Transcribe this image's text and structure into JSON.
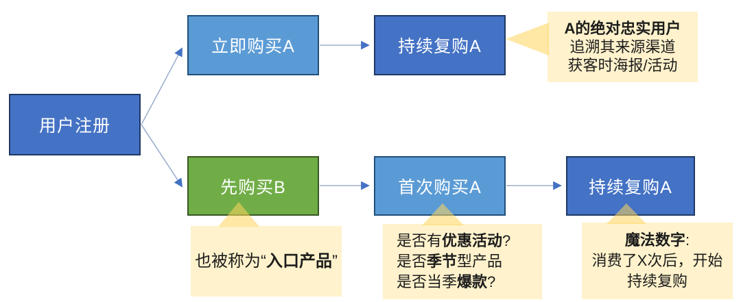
{
  "flowchart": {
    "nodes": {
      "register": "用户注册",
      "buy_a_now": "立即购买A",
      "repeat_a_top": "持续复购A",
      "buy_b_first": "先购买B",
      "first_buy_a": "首次购买A",
      "repeat_a_bottom": "持续复购A"
    },
    "callouts": {
      "loyal": {
        "line1": "A的绝对忠实用户",
        "line2": "追溯其来源渠道",
        "line3": "获客时海报/活动"
      },
      "entry": {
        "pre": "也被称为“",
        "bold": "入口产品",
        "post": "”"
      },
      "checks": {
        "l1_pre": "是否有",
        "l1_bold": "优惠活动",
        "l1_post": "?",
        "l2_pre": "是否",
        "l2_bold": "季节",
        "l2_post": "型产品",
        "l3_pre": "是否当季",
        "l3_bold": "爆款",
        "l3_post": "?"
      },
      "magic": {
        "line1_bold": "魔法数字",
        "line1_post": ":",
        "line2": "消费了X次后，开始",
        "line3": "持续复购"
      }
    },
    "colors": {
      "node_dark_blue": "#4472C4",
      "node_light_blue": "#5B9BD5",
      "node_green": "#70AD47",
      "callout_bg": "#FFF2CC",
      "arrow_line": "#9DB0CE",
      "arrow_head": "#4472C4"
    }
  }
}
